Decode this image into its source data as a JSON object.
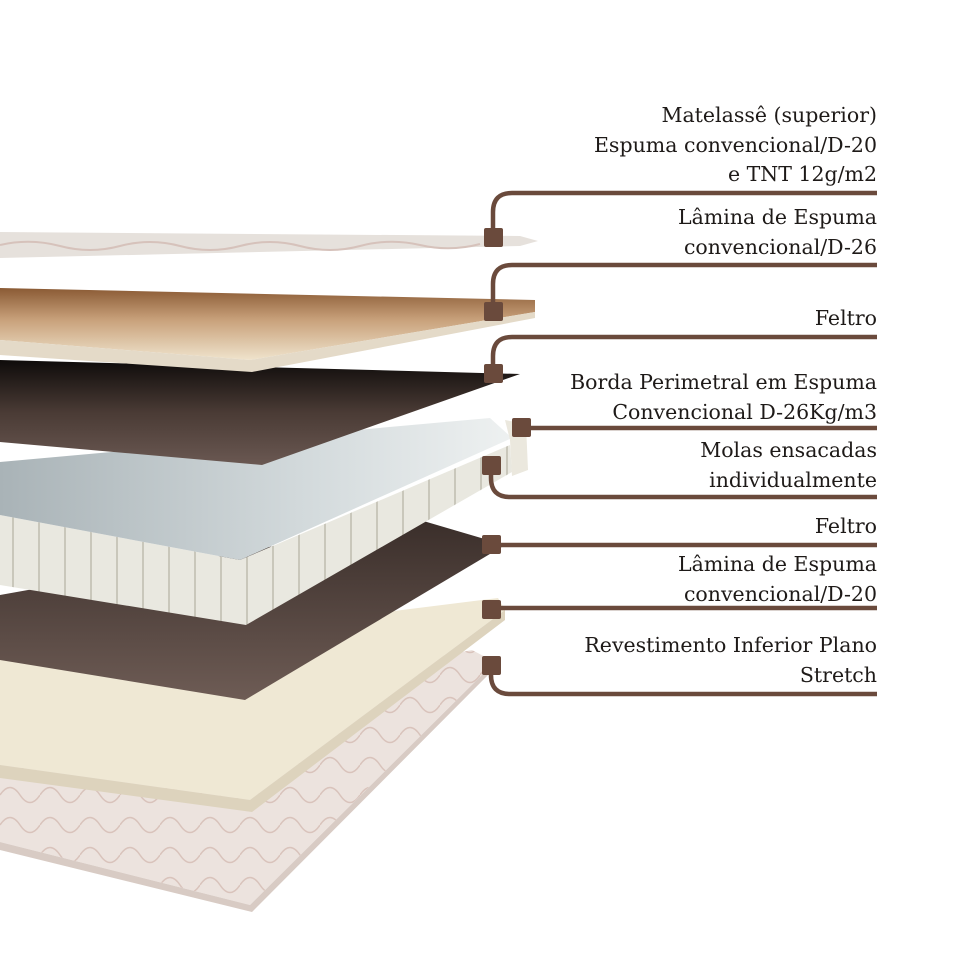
{
  "colors": {
    "connector": "#6a4a3c",
    "text": "#1e1a18"
  },
  "labels": [
    {
      "lines": [
        "Matelassê (superior)",
        "Espuma convencional/D-20",
        "e TNT 12g/m2"
      ]
    },
    {
      "lines": [
        "Lâmina de Espuma",
        "convencional/D-26"
      ]
    },
    {
      "lines": [
        "Feltro"
      ]
    },
    {
      "lines": [
        "Borda Perimetral em Espuma",
        "Convencional D-26Kg/m3"
      ]
    },
    {
      "lines": [
        "Molas ensacadas",
        "individualmente"
      ]
    },
    {
      "lines": [
        "Feltro"
      ]
    },
    {
      "lines": [
        "Lâmina de Espuma",
        "convencional/D-20"
      ]
    },
    {
      "lines": [
        "Revestimento Inferior Plano",
        "Stretch"
      ]
    }
  ]
}
